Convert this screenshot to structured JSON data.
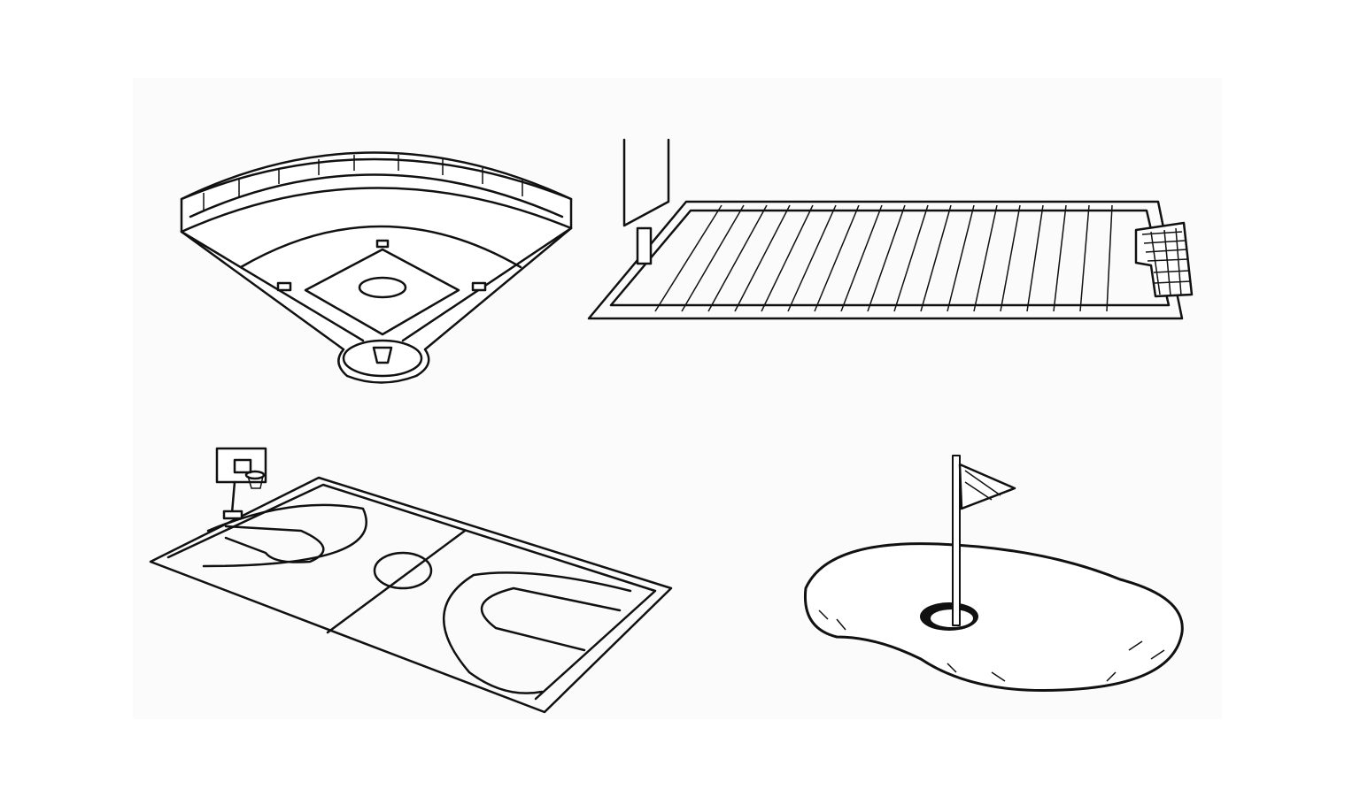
{
  "colors": {
    "ink": "#111111",
    "background": "#ffffff",
    "panel": "#fbfbfb"
  },
  "illustrations": [
    "baseball-field",
    "football-field",
    "basketball-court",
    "golf-green"
  ]
}
